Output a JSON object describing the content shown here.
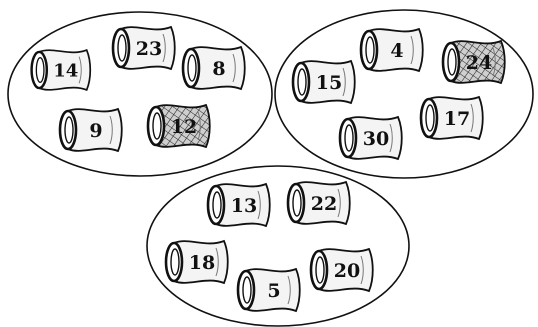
{
  "groups": [
    {
      "id": "left",
      "cans": [
        {
          "label": "14",
          "pattern": "plain"
        },
        {
          "label": "23",
          "pattern": "plain"
        },
        {
          "label": "8",
          "pattern": "plain"
        },
        {
          "label": "9",
          "pattern": "plain"
        },
        {
          "label": "12",
          "pattern": "grid"
        }
      ]
    },
    {
      "id": "right",
      "cans": [
        {
          "label": "4",
          "pattern": "plain"
        },
        {
          "label": "24",
          "pattern": "grid"
        },
        {
          "label": "15",
          "pattern": "plain"
        },
        {
          "label": "17",
          "pattern": "plain"
        },
        {
          "label": "30",
          "pattern": "plain"
        }
      ]
    },
    {
      "id": "bottom",
      "cans": [
        {
          "label": "13",
          "pattern": "plain"
        },
        {
          "label": "22",
          "pattern": "plain"
        },
        {
          "label": "18",
          "pattern": "plain"
        },
        {
          "label": "20",
          "pattern": "plain"
        },
        {
          "label": "5",
          "pattern": "plain"
        }
      ]
    }
  ],
  "colors": {
    "outline": "#111111",
    "can_fill": "#f4f4f4",
    "grid_fill": "#bdbdbd"
  }
}
